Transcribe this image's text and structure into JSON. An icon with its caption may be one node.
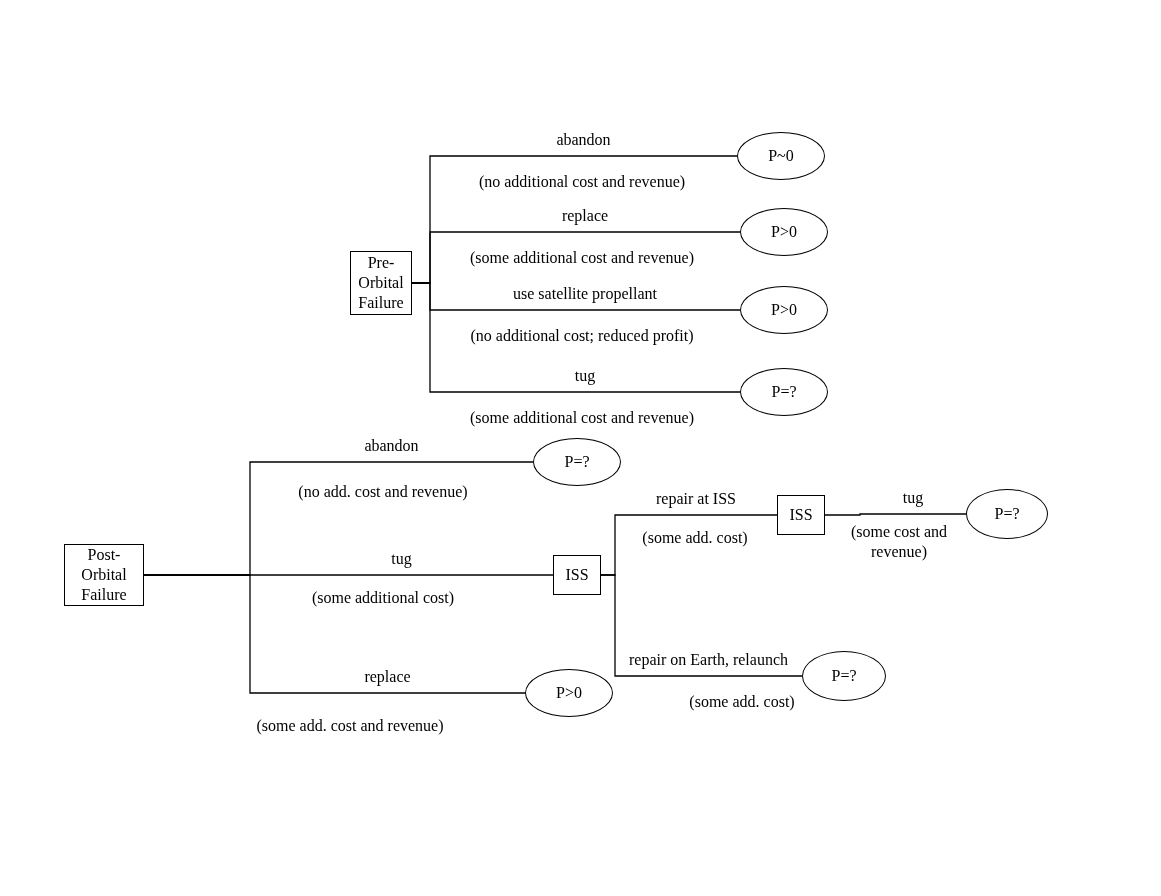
{
  "diagram": {
    "nodes": [
      {
        "text": [
          "Pre-Orbital Failure"
        ]
      },
      {
        "text": [
          "P~0"
        ]
      },
      {
        "text": [
          "P>0"
        ]
      },
      {
        "text": [
          "P>0"
        ]
      },
      {
        "text": [
          "P=?"
        ]
      },
      {
        "text": [
          "Post-Orbital Failure"
        ]
      },
      {
        "text": [
          "P=?"
        ]
      },
      {
        "text": [
          "ISS"
        ]
      },
      {
        "text": [
          "P>0"
        ]
      },
      {
        "text": [
          "ISS"
        ]
      },
      {
        "text": [
          "P=?"
        ]
      },
      {
        "text": [
          "P=?"
        ]
      }
    ],
    "edges": [
      {
        "from": 0,
        "to": 1,
        "arrow": "none",
        "label": "abandon"
      },
      {
        "from": 0,
        "to": 2,
        "arrow": "none",
        "label": "replace"
      },
      {
        "from": 0,
        "to": 3,
        "arrow": "none",
        "label": "use satellite propellant"
      },
      {
        "from": 0,
        "to": 4,
        "arrow": "none",
        "label": "tug"
      },
      {
        "from": 5,
        "to": 6,
        "arrow": "none",
        "label": "abandon"
      },
      {
        "from": 5,
        "to": 7,
        "arrow": "none",
        "label": "tug"
      },
      {
        "from": 5,
        "to": 8,
        "arrow": "none",
        "label": "replace"
      },
      {
        "from": 7,
        "to": 9,
        "arrow": "none",
        "label": "repair at ISS"
      },
      {
        "from": 9,
        "to": 10,
        "arrow": "none",
        "label": "tug"
      },
      {
        "from": 7,
        "to": 11,
        "arrow": "none",
        "label": "repair on Earth, relaunch"
      }
    ],
    "labels": [
      "(no additional cost and revenue)",
      "(some additional cost and revenue)",
      "(no additional cost; reduced profit)",
      "(some additional cost and revenue)",
      "(no add. cost and revenue)",
      "(some additional cost)",
      "(some add. cost and revenue)",
      "(some add. cost)",
      "(some cost and revenue)",
      "(some add. cost)"
    ]
  }
}
